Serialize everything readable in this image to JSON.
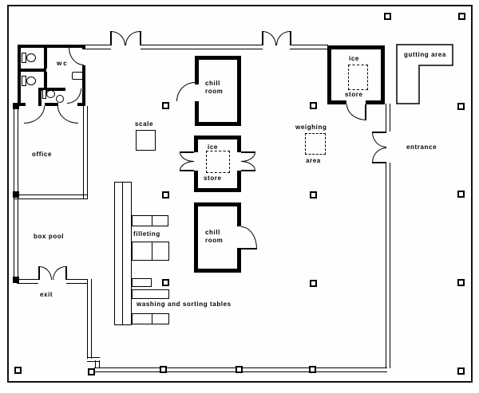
{
  "plan": {
    "colors": {
      "ink": "#000000",
      "paper": "#ffffff"
    },
    "rooms": {
      "wc": "wc",
      "office": "office",
      "box_pool": "box pool",
      "exit": "exit",
      "scale": "scale",
      "filleting": "filleting",
      "washing_tables": "washing and sorting tables",
      "chill_room_top": [
        "chill",
        "room"
      ],
      "ice_store_center": [
        "ice",
        "store"
      ],
      "chill_room_bottom": [
        "chill",
        "room"
      ],
      "weighing_area": [
        "weighing",
        "area"
      ],
      "ice_store_top": [
        "ice",
        "store"
      ],
      "gutting_area": "gutting area",
      "entrance": "entrance"
    }
  }
}
